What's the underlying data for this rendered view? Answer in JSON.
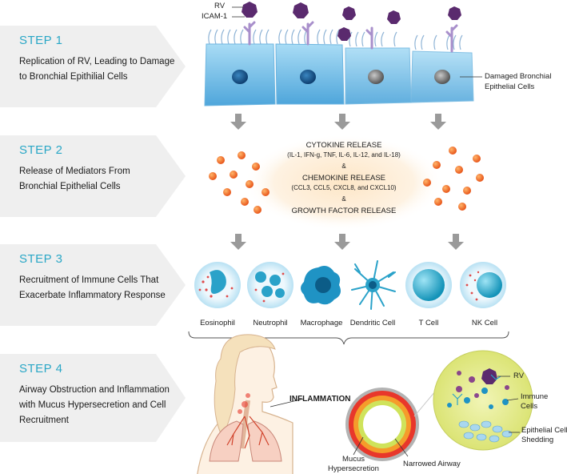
{
  "steps": [
    {
      "title": "STEP 1",
      "desc": "Replication of RV, Leading to Damage to Bronchial Epithilial Cells"
    },
    {
      "title": "STEP 2",
      "desc": "Release of Mediators From Bronchial Epithelial Cells"
    },
    {
      "title": "STEP 3",
      "desc": "Recruitment of Immune Cells That Exacerbate Inflammatory Response"
    },
    {
      "title": "STEP 4",
      "desc": "Airway Obstruction and Inflammation with Mucus Hypersecretion and Cell Recruitment"
    }
  ],
  "step1": {
    "rv_label": "RV",
    "icam_label": "ICAM-1",
    "damaged_label_1": "Damaged Bronchial",
    "damaged_label_2": "Epithelial Cells"
  },
  "step2": {
    "cytokine": "CYTOKINE RELEASE",
    "cytokine_list": "(IL-1, IFN-g, TNF, IL-6, IL-12, and IL-18)",
    "amp1": "&",
    "chemokine": "CHEMOKINE RELEASE",
    "chemokine_list": "(CCL3, CCL5, CXCL8, and CXCL10)",
    "amp2": "&",
    "growth": "GROWTH FACTOR RELEASE"
  },
  "step3": {
    "cells": [
      "Eosinophil",
      "Neutrophil",
      "Macrophage",
      "Dendritic Cell",
      "T Cell",
      "NK Cell"
    ]
  },
  "step4": {
    "inflammation": "INFLAMMATION",
    "mucus_1": "Mucus",
    "mucus_2": "Hypersecretion",
    "narrowed": "Narrowed Airway",
    "rv": "RV",
    "immune_1": "Immune",
    "immune_2": "Cells",
    "shed_1": "Epithelial Cell",
    "shed_2": "Shedding"
  },
  "colors": {
    "step_title": "#2aa7c6",
    "banner": "#efefef",
    "virus": "#5a2a6e",
    "epithelium": "#7fc6ea",
    "mediator": "#f07a1e",
    "inflamed": "#e8372b"
  }
}
